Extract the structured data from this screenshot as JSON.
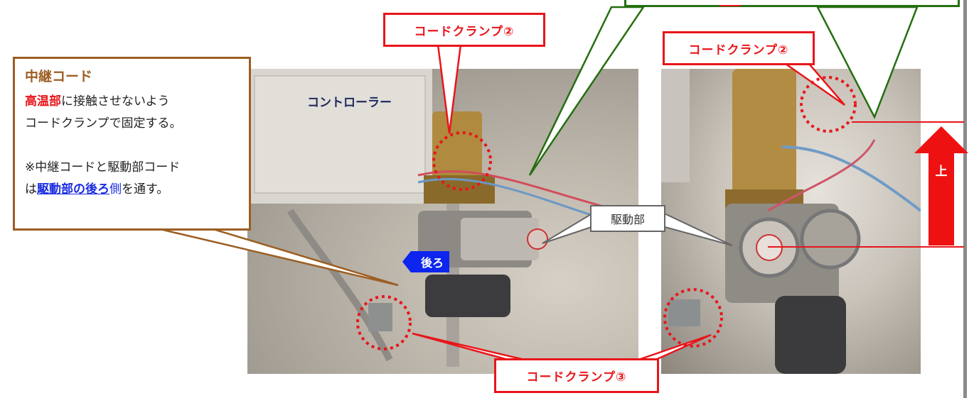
{
  "info_box": {
    "title": "中継コード",
    "line1_red": "高温部",
    "line1_rest": "に接触させないよう",
    "line2": "コードクランプで固定する。",
    "note_line1": "※中継コードと駆動部コード",
    "note_line2_pre": "は",
    "note_line2_link": "駆動部の後ろ",
    "note_line2_blue": "側",
    "note_line2_post": "を通す。"
  },
  "labels": {
    "cord_clamp_2_left": "コードクランプ②",
    "cord_clamp_2_right": "コードクランプ②",
    "cord_clamp_3": "コードクランプ③",
    "controller": "コントローラー",
    "drive_unit": "駆動部",
    "back": "後ろ",
    "up": "上"
  },
  "colors": {
    "callout_red": "#e8161b",
    "info_brown": "#9c5e22",
    "green_callout": "#256f10",
    "arrow_blue": "#0d25ee"
  }
}
